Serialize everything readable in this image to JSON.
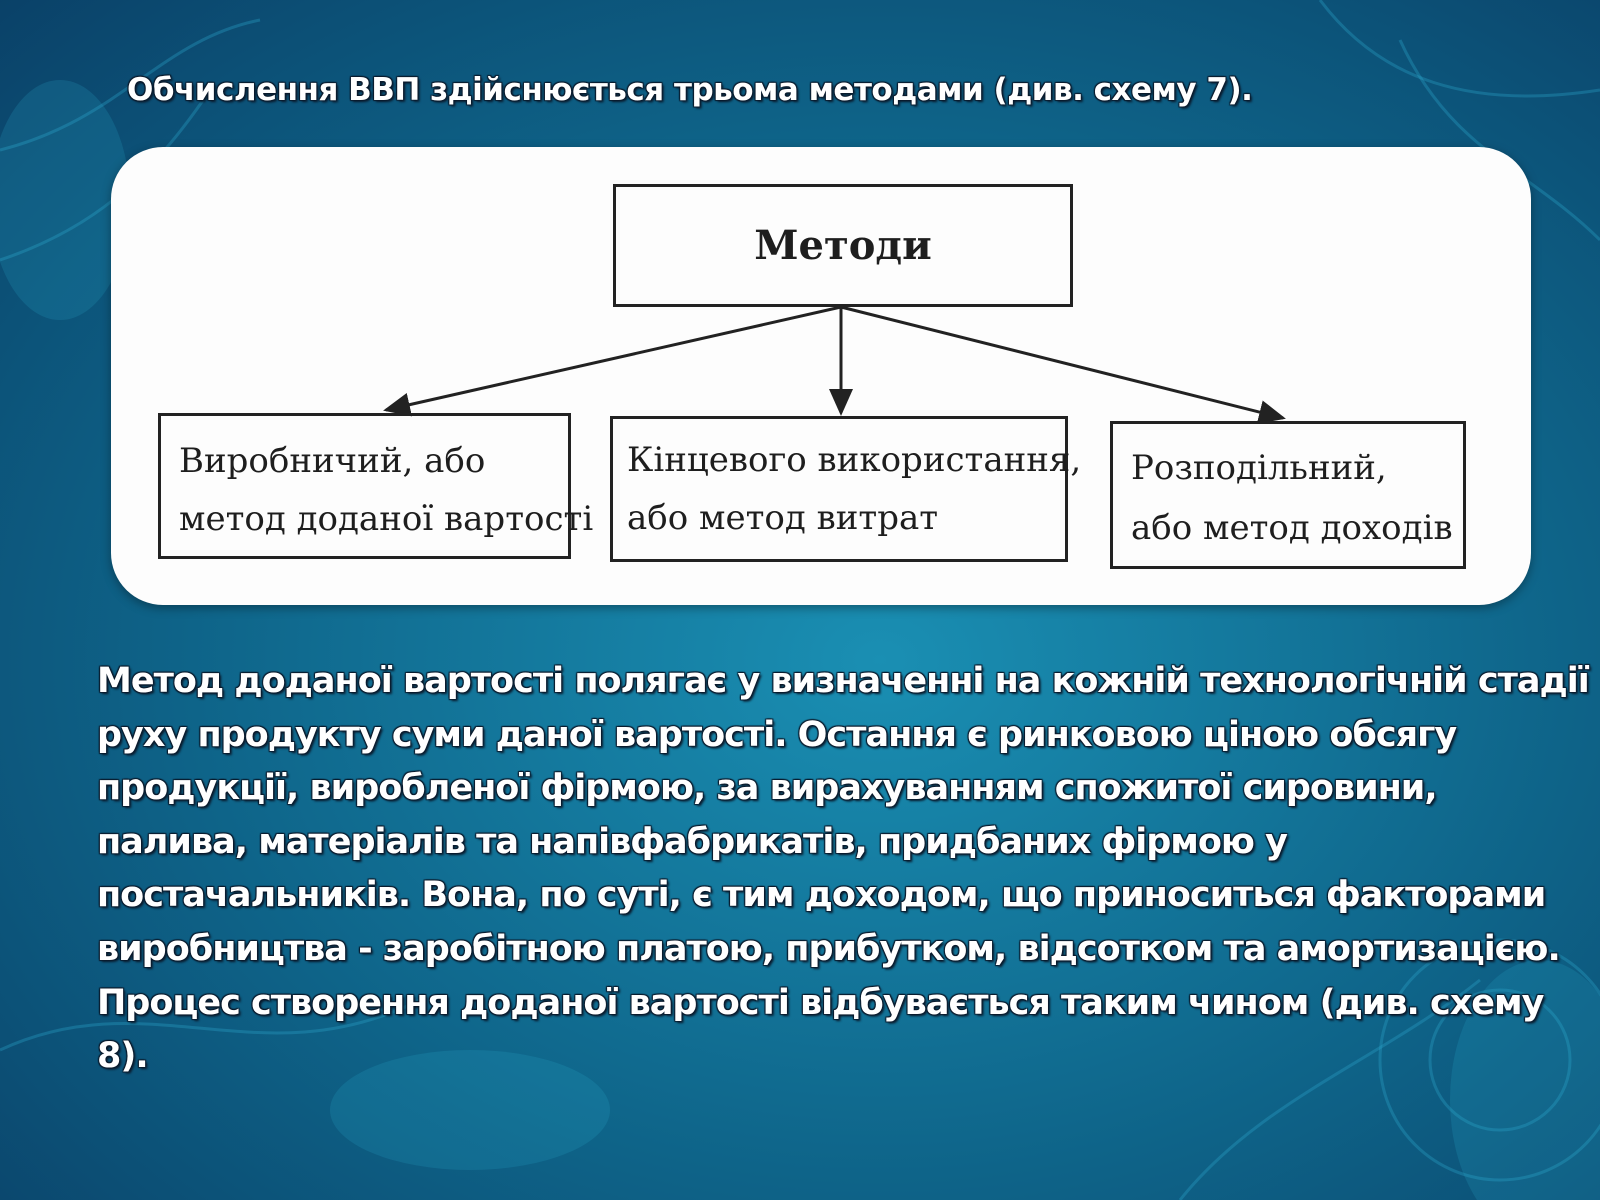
{
  "slide": {
    "title": "Обчислення ВВП здійснюється трьома методами (див. схему 7).",
    "background_colors": [
      "#1a8fb3",
      "#0e6388",
      "#0a3f66"
    ]
  },
  "diagram": {
    "root": "Методи",
    "children": [
      {
        "lines": [
          "Виробничий, або",
          "метод доданої вартості"
        ]
      },
      {
        "lines": [
          "Кінцевого використання,",
          "або метод витрат"
        ]
      },
      {
        "lines": [
          "Розподільний,",
          "або метод доходів"
        ]
      }
    ]
  },
  "body": {
    "lines": [
      "Метод доданої вартості полягає у визначенні на кожній технологічній стадії",
      "руху продукту суми даної вартості. Остання є ринковою ціною обсягу",
      "продукції, виробленої фірмою, за вирахуванням спожитої сировини,",
      "палива, матеріалів та напівфабрикатів, придбаних фірмою у",
      "постачальників. Вона, по суті, є тим доходом, що приноситься факторами",
      "виробництва - заробітною платою, прибутком, відсотком та амортизацією.",
      "Процес створення доданої вартості відбувається таким чином (див. схему",
      "8)."
    ]
  }
}
